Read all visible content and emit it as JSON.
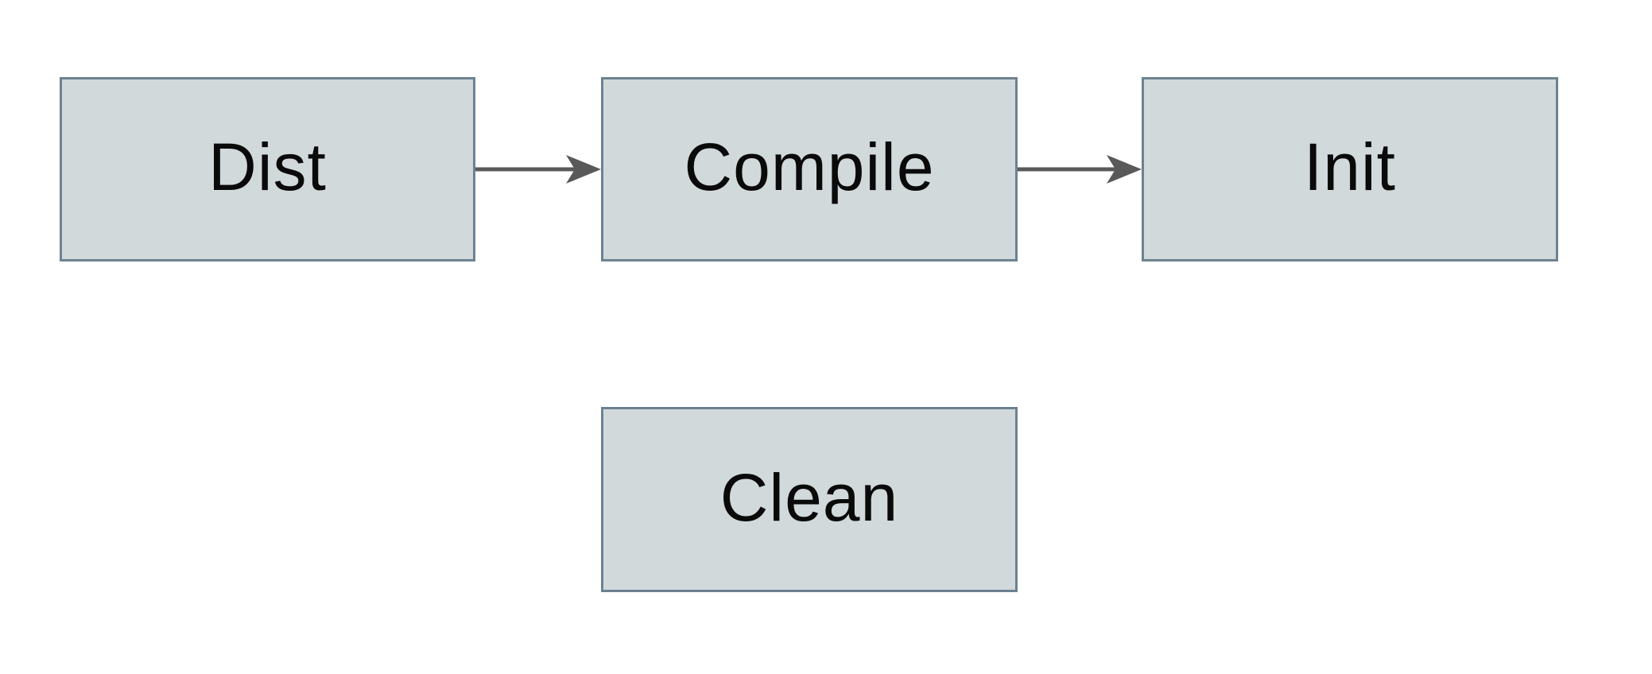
{
  "diagram": {
    "type": "flowchart",
    "colors": {
      "canvas_bg": "#ffffff",
      "node_fill": "#d1d9db",
      "node_border": "#6d8290",
      "arrow_color": "#595959",
      "text_color": "#0a0a0a"
    },
    "nodes": [
      {
        "id": "dist",
        "label": "Dist"
      },
      {
        "id": "compile",
        "label": "Compile"
      },
      {
        "id": "init",
        "label": "Init"
      },
      {
        "id": "clean",
        "label": "Clean"
      }
    ],
    "edges": [
      {
        "from": "dist",
        "to": "compile"
      },
      {
        "from": "compile",
        "to": "init"
      }
    ]
  }
}
